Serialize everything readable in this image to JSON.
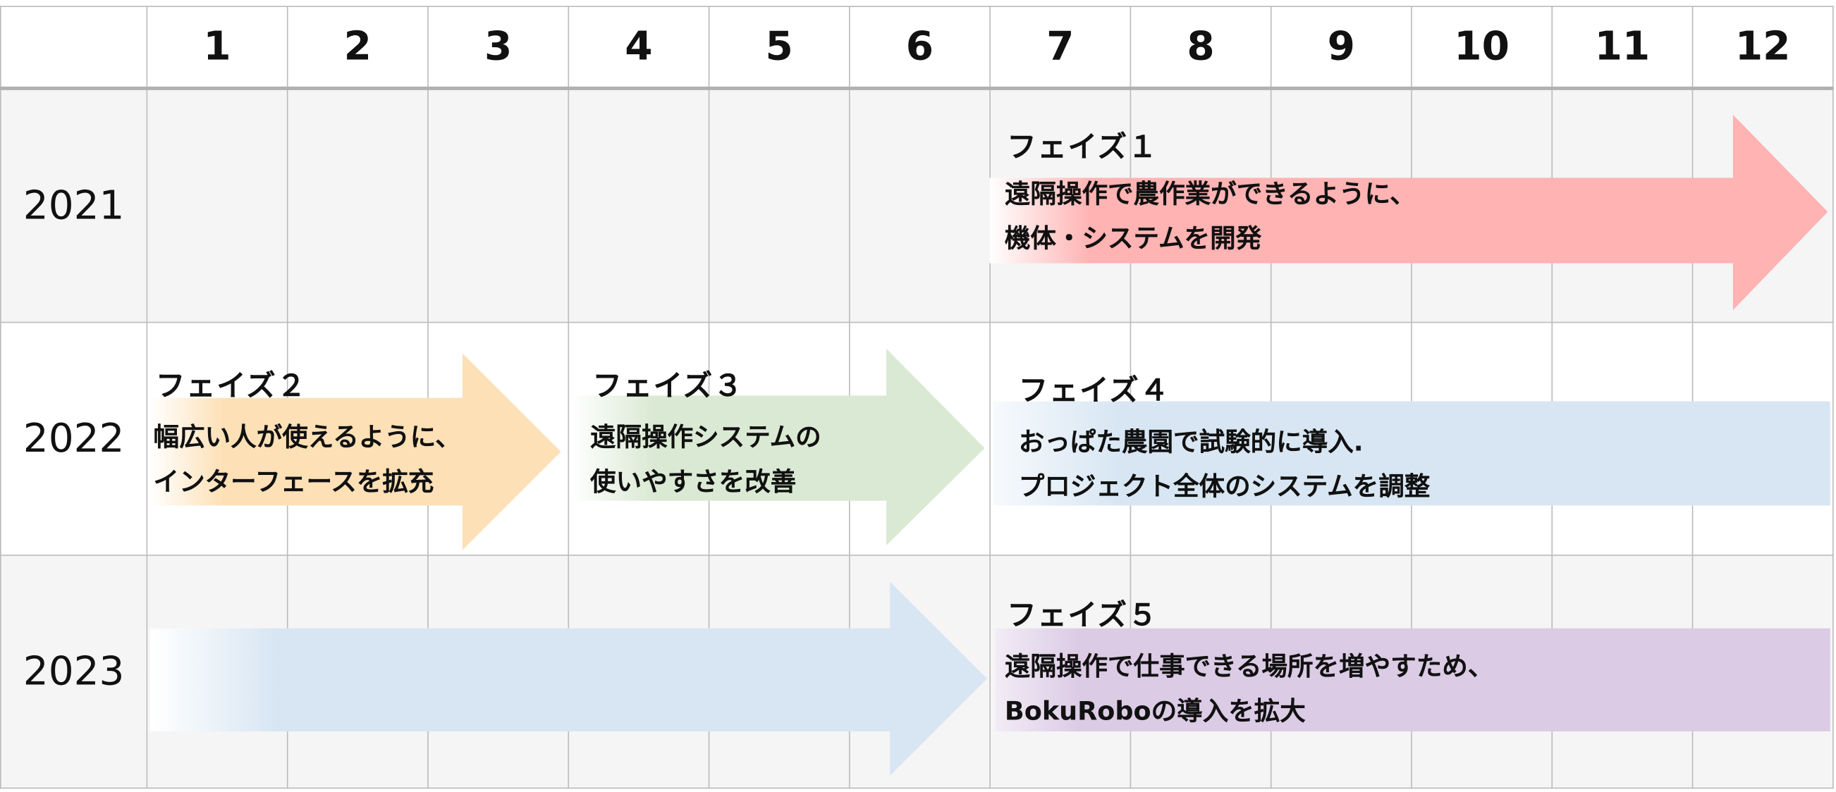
{
  "months": [
    "1",
    "2",
    "3",
    "4",
    "5",
    "6",
    "7",
    "8",
    "9",
    "10",
    "11",
    "12"
  ],
  "years": [
    "2021",
    "2022",
    "2023"
  ],
  "phases": [
    {
      "label": "フェイズ１",
      "line1": "遠隔操作で農作業ができるように、",
      "line2": "機体・システムを開発",
      "color": "#ffb3b3"
    },
    {
      "label": "フェイズ２",
      "line1": "幅広い人が使えるように、",
      "line2": "インターフェースを拡充",
      "color": "#fde0b6"
    },
    {
      "label": "フェイズ３",
      "line1": "遠隔操作システムの",
      "line2": "使いやすさを改善",
      "color": "#dae9d3"
    },
    {
      "label": "フェイズ４",
      "line1": "おっぱた農園で試験的に導入.",
      "line2": "プロジェクト全体のシステムを調整",
      "color": "#d8e6f3"
    },
    {
      "label": "フェイズ５",
      "line1": "遠隔操作で仕事できる場所を増やすため、",
      "line2": "BokuRoboの導入を拡大",
      "color": "#dccbe5"
    }
  ],
  "continuation_arrow_color": "#d8e6f3"
}
